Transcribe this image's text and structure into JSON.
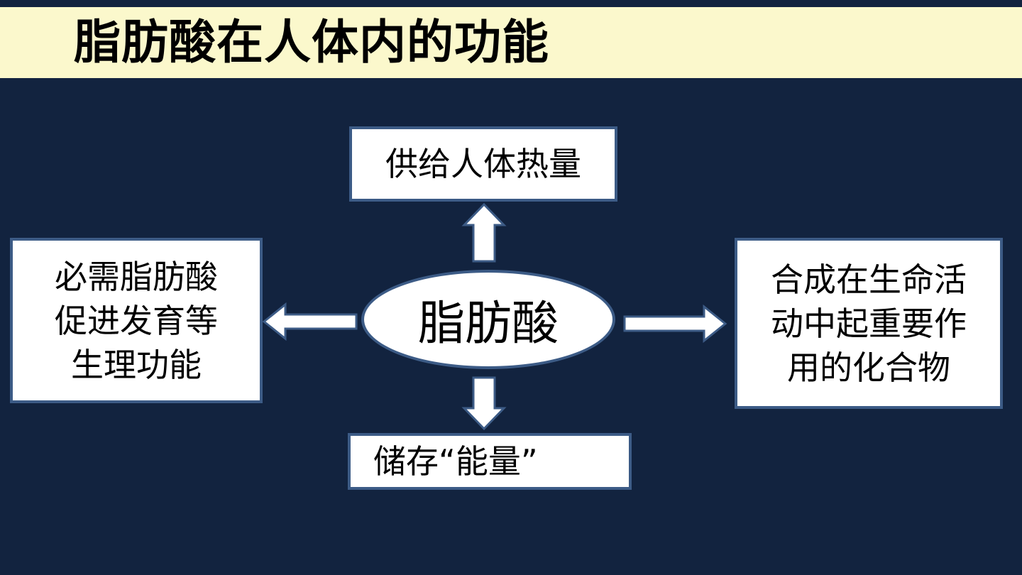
{
  "title": "脂肪酸在人体内的功能",
  "center": {
    "label": "脂肪酸"
  },
  "nodes": {
    "top": {
      "lines": [
        "供给人体热量"
      ]
    },
    "left": {
      "lines": [
        "必需脂肪酸",
        "促进发育等",
        "生理功能"
      ]
    },
    "right": {
      "lines": [
        "合成在生命活",
        "动中起重要作",
        "用的化合物"
      ]
    },
    "bottom": {
      "lines": [
        "储存“能量”"
      ]
    }
  },
  "colors": {
    "background": "#12233f",
    "title_bar": "#fbf8cc",
    "box_fill": "#ffffff",
    "box_border": "#3c5b86",
    "arrow_fill": "#ffffff",
    "arrow_stroke": "#3c5b86"
  }
}
